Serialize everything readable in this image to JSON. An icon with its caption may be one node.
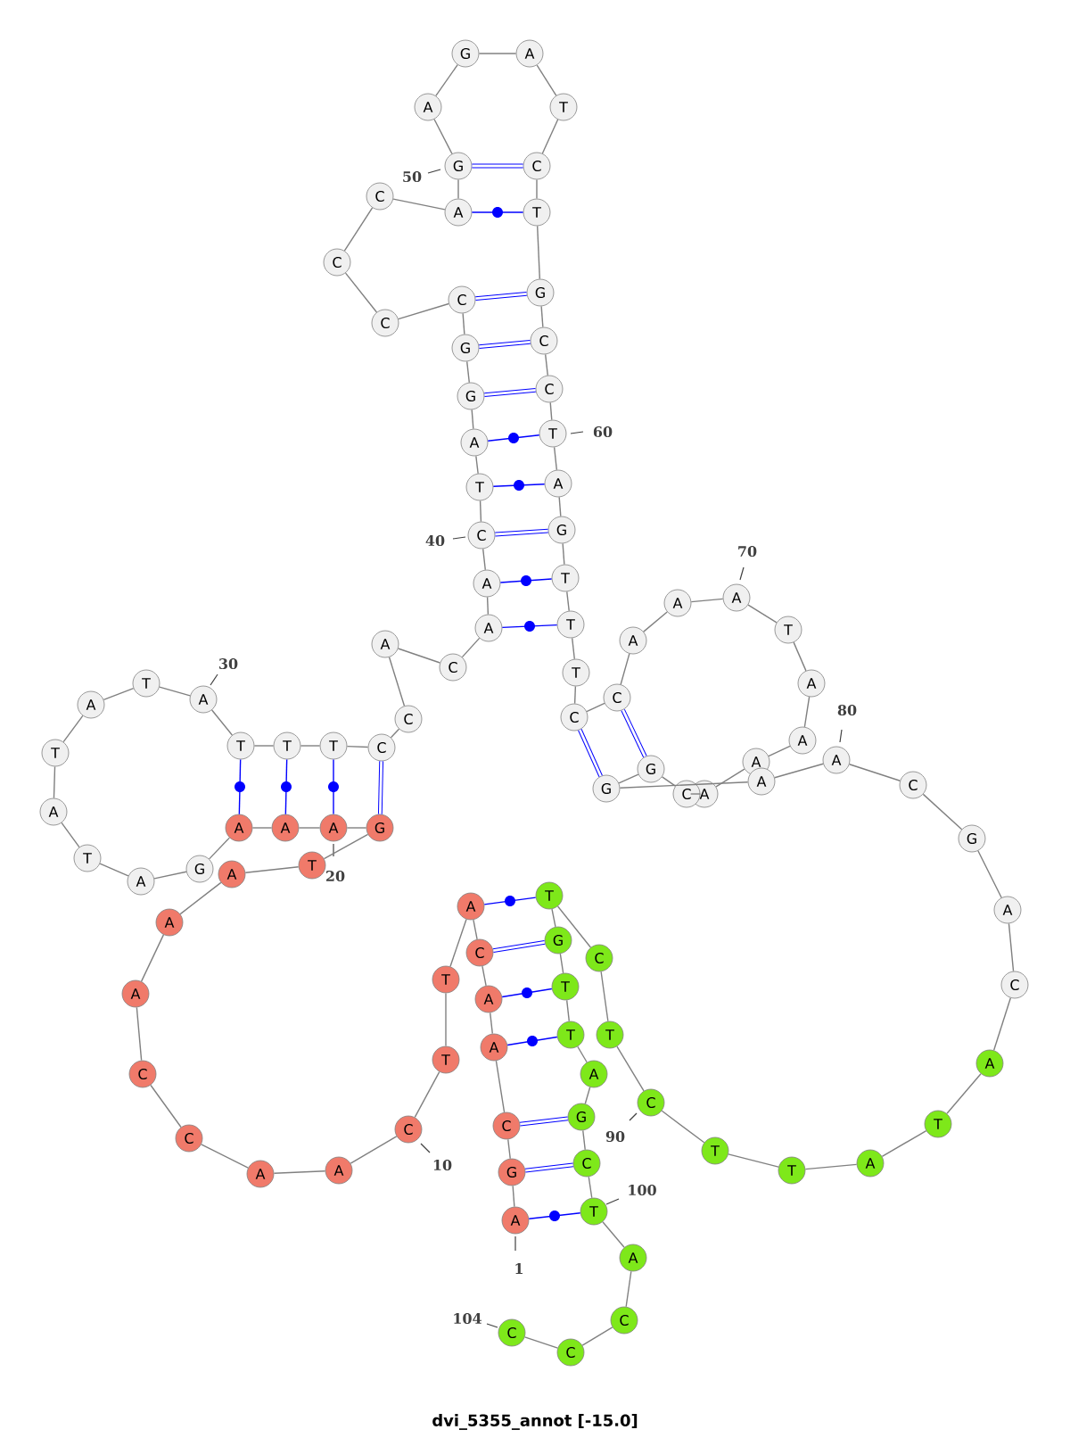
{
  "diagram": {
    "caption": "dvi_5355_annot [-15.0]",
    "nodes": [
      {
        "text": [
          "A"
        ]
      },
      {
        "text": [
          "G"
        ]
      },
      {
        "text": [
          "C"
        ]
      },
      {
        "text": [
          "A"
        ]
      },
      {
        "text": [
          "A"
        ]
      },
      {
        "text": [
          "C"
        ]
      },
      {
        "text": [
          "A"
        ]
      },
      {
        "text": [
          "T"
        ]
      },
      {
        "text": [
          "T"
        ]
      },
      {
        "text": [
          "C"
        ]
      },
      {
        "text": [
          "A"
        ]
      },
      {
        "text": [
          "A"
        ]
      },
      {
        "text": [
          "C"
        ]
      },
      {
        "text": [
          "C"
        ]
      },
      {
        "text": [
          "A"
        ]
      },
      {
        "text": [
          "A"
        ]
      },
      {
        "text": [
          "A"
        ]
      },
      {
        "text": [
          "T"
        ]
      },
      {
        "text": [
          "G"
        ]
      },
      {
        "text": [
          "A"
        ]
      },
      {
        "text": [
          "A"
        ]
      },
      {
        "text": [
          "A"
        ]
      },
      {
        "text": [
          "G"
        ]
      },
      {
        "text": [
          "A"
        ]
      },
      {
        "text": [
          "T"
        ]
      },
      {
        "text": [
          "A"
        ]
      },
      {
        "text": [
          "T"
        ]
      },
      {
        "text": [
          "A"
        ]
      },
      {
        "text": [
          "T"
        ]
      },
      {
        "text": [
          "A"
        ]
      },
      {
        "text": [
          "T"
        ]
      },
      {
        "text": [
          "T"
        ]
      },
      {
        "text": [
          "T"
        ]
      },
      {
        "text": [
          "C"
        ]
      },
      {
        "text": [
          "C"
        ]
      },
      {
        "text": [
          "A"
        ]
      },
      {
        "text": [
          "C"
        ]
      },
      {
        "text": [
          "A"
        ]
      },
      {
        "text": [
          "A"
        ]
      },
      {
        "text": [
          "C"
        ]
      },
      {
        "text": [
          "T"
        ]
      },
      {
        "text": [
          "A"
        ]
      },
      {
        "text": [
          "G"
        ]
      },
      {
        "text": [
          "G"
        ]
      },
      {
        "text": [
          "C"
        ]
      },
      {
        "text": [
          "C"
        ]
      },
      {
        "text": [
          "C"
        ]
      },
      {
        "text": [
          "C"
        ]
      },
      {
        "text": [
          "A"
        ]
      },
      {
        "text": [
          "G"
        ]
      },
      {
        "text": [
          "A"
        ]
      },
      {
        "text": [
          "G"
        ]
      },
      {
        "text": [
          "A"
        ]
      },
      {
        "text": [
          "T"
        ]
      },
      {
        "text": [
          "C"
        ]
      },
      {
        "text": [
          "T"
        ]
      },
      {
        "text": [
          "G"
        ]
      },
      {
        "text": [
          "C"
        ]
      },
      {
        "text": [
          "C"
        ]
      },
      {
        "text": [
          "T"
        ]
      },
      {
        "text": [
          "A"
        ]
      },
      {
        "text": [
          "G"
        ]
      },
      {
        "text": [
          "T"
        ]
      },
      {
        "text": [
          "T"
        ]
      },
      {
        "text": [
          "T"
        ]
      },
      {
        "text": [
          "C"
        ]
      },
      {
        "text": [
          "C"
        ]
      },
      {
        "text": [
          "A"
        ]
      },
      {
        "text": [
          "A"
        ]
      },
      {
        "text": [
          "A"
        ]
      },
      {
        "text": [
          "T"
        ]
      },
      {
        "text": [
          "A"
        ]
      },
      {
        "text": [
          "A"
        ]
      },
      {
        "text": [
          "A"
        ]
      },
      {
        "text": [
          "A"
        ]
      },
      {
        "text": [
          "C"
        ]
      },
      {
        "text": [
          "G"
        ]
      },
      {
        "text": [
          "G"
        ]
      },
      {
        "text": [
          "A"
        ]
      },
      {
        "text": [
          "A"
        ]
      },
      {
        "text": [
          "C"
        ]
      },
      {
        "text": [
          "G"
        ]
      },
      {
        "text": [
          "A"
        ]
      },
      {
        "text": [
          "C"
        ]
      },
      {
        "text": [
          "A"
        ]
      },
      {
        "text": [
          "T"
        ]
      },
      {
        "text": [
          "A"
        ]
      },
      {
        "text": [
          "T"
        ]
      },
      {
        "text": [
          "T"
        ]
      },
      {
        "text": [
          "C"
        ]
      },
      {
        "text": [
          "T"
        ]
      },
      {
        "text": [
          "C"
        ]
      },
      {
        "text": [
          "T"
        ]
      },
      {
        "text": [
          "G"
        ]
      },
      {
        "text": [
          "T"
        ]
      },
      {
        "text": [
          "T"
        ]
      },
      {
        "text": [
          "A"
        ]
      },
      {
        "text": [
          "G"
        ]
      },
      {
        "text": [
          "C"
        ]
      },
      {
        "text": [
          "T"
        ]
      },
      {
        "text": [
          "A"
        ]
      },
      {
        "text": [
          "C"
        ]
      },
      {
        "text": [
          "C"
        ]
      },
      {
        "text": [
          "C"
        ]
      }
    ],
    "labels": [
      "70",
      "80",
      "50",
      "60",
      "40",
      "30",
      "20",
      "10",
      "90",
      "100",
      "1",
      "104"
    ],
    "edges": [
      {
        "from": 0,
        "to": 1,
        "arrow": "none"
      },
      {
        "from": 1,
        "to": 2,
        "arrow": "none"
      },
      {
        "from": 2,
        "to": 3,
        "arrow": "none"
      },
      {
        "from": 3,
        "to": 4,
        "arrow": "none"
      },
      {
        "from": 4,
        "to": 5,
        "arrow": "none"
      },
      {
        "from": 5,
        "to": 6,
        "arrow": "none"
      },
      {
        "from": 6,
        "to": 7,
        "arrow": "none"
      },
      {
        "from": 7,
        "to": 8,
        "arrow": "none"
      },
      {
        "from": 8,
        "to": 9,
        "arrow": "none"
      },
      {
        "from": 9,
        "to": 10,
        "arrow": "none"
      },
      {
        "from": 10,
        "to": 11,
        "arrow": "none"
      },
      {
        "from": 11,
        "to": 12,
        "arrow": "none"
      },
      {
        "from": 12,
        "to": 13,
        "arrow": "none"
      },
      {
        "from": 13,
        "to": 14,
        "arrow": "none"
      },
      {
        "from": 14,
        "to": 15,
        "arrow": "none"
      },
      {
        "from": 15,
        "to": 16,
        "arrow": "none"
      },
      {
        "from": 16,
        "to": 17,
        "arrow": "none"
      },
      {
        "from": 17,
        "to": 18,
        "arrow": "none"
      },
      {
        "from": 18,
        "to": 19,
        "arrow": "none"
      },
      {
        "from": 19,
        "to": 20,
        "arrow": "none"
      },
      {
        "from": 20,
        "to": 21,
        "arrow": "none"
      },
      {
        "from": 21,
        "to": 22,
        "arrow": "none"
      },
      {
        "from": 22,
        "to": 23,
        "arrow": "none"
      },
      {
        "from": 23,
        "to": 24,
        "arrow": "none"
      },
      {
        "from": 24,
        "to": 25,
        "arrow": "none"
      },
      {
        "from": 25,
        "to": 26,
        "arrow": "none"
      },
      {
        "from": 26,
        "to": 27,
        "arrow": "none"
      },
      {
        "from": 27,
        "to": 28,
        "arrow": "none"
      },
      {
        "from": 28,
        "to": 29,
        "arrow": "none"
      },
      {
        "from": 29,
        "to": 30,
        "arrow": "none"
      },
      {
        "from": 30,
        "to": 31,
        "arrow": "none"
      },
      {
        "from": 31,
        "to": 32,
        "arrow": "none"
      },
      {
        "from": 32,
        "to": 33,
        "arrow": "none"
      },
      {
        "from": 33,
        "to": 34,
        "arrow": "none"
      },
      {
        "from": 34,
        "to": 35,
        "arrow": "none"
      },
      {
        "from": 35,
        "to": 36,
        "arrow": "none"
      },
      {
        "from": 36,
        "to": 37,
        "arrow": "none"
      },
      {
        "from": 37,
        "to": 38,
        "arrow": "none"
      },
      {
        "from": 38,
        "to": 39,
        "arrow": "none"
      },
      {
        "from": 39,
        "to": 40,
        "arrow": "none"
      },
      {
        "from": 40,
        "to": 41,
        "arrow": "none"
      },
      {
        "from": 41,
        "to": 42,
        "arrow": "none"
      },
      {
        "from": 42,
        "to": 43,
        "arrow": "none"
      },
      {
        "from": 43,
        "to": 44,
        "arrow": "none"
      },
      {
        "from": 44,
        "to": 45,
        "arrow": "none"
      },
      {
        "from": 45,
        "to": 46,
        "arrow": "none"
      },
      {
        "from": 46,
        "to": 47,
        "arrow": "none"
      },
      {
        "from": 47,
        "to": 48,
        "arrow": "none"
      },
      {
        "from": 48,
        "to": 49,
        "arrow": "none"
      },
      {
        "from": 49,
        "to": 50,
        "arrow": "none"
      },
      {
        "from": 50,
        "to": 51,
        "arrow": "none"
      },
      {
        "from": 51,
        "to": 52,
        "arrow": "none"
      },
      {
        "from": 52,
        "to": 53,
        "arrow": "none"
      },
      {
        "from": 53,
        "to": 54,
        "arrow": "none"
      },
      {
        "from": 54,
        "to": 55,
        "arrow": "none"
      },
      {
        "from": 55,
        "to": 56,
        "arrow": "none"
      },
      {
        "from": 56,
        "to": 57,
        "arrow": "none"
      },
      {
        "from": 57,
        "to": 58,
        "arrow": "none"
      },
      {
        "from": 58,
        "to": 59,
        "arrow": "none"
      },
      {
        "from": 59,
        "to": 60,
        "arrow": "none"
      },
      {
        "from": 60,
        "to": 61,
        "arrow": "none"
      },
      {
        "from": 61,
        "to": 62,
        "arrow": "none"
      },
      {
        "from": 62,
        "to": 63,
        "arrow": "none"
      },
      {
        "from": 63,
        "to": 64,
        "arrow": "none"
      },
      {
        "from": 64,
        "to": 65,
        "arrow": "none"
      },
      {
        "from": 65,
        "to": 66,
        "arrow": "none"
      },
      {
        "from": 66,
        "to": 67,
        "arrow": "none"
      },
      {
        "from": 67,
        "to": 68,
        "arrow": "none"
      },
      {
        "from": 68,
        "to": 69,
        "arrow": "none"
      },
      {
        "from": 69,
        "to": 70,
        "arrow": "none"
      },
      {
        "from": 70,
        "to": 71,
        "arrow": "none"
      },
      {
        "from": 71,
        "to": 72,
        "arrow": "none"
      },
      {
        "from": 72,
        "to": 73,
        "arrow": "none"
      },
      {
        "from": 73,
        "to": 74,
        "arrow": "none"
      },
      {
        "from": 74,
        "to": 75,
        "arrow": "none"
      },
      {
        "from": 75,
        "to": 76,
        "arrow": "none"
      },
      {
        "from": 76,
        "to": 77,
        "arrow": "none"
      },
      {
        "from": 77,
        "to": 78,
        "arrow": "none"
      },
      {
        "from": 78,
        "to": 79,
        "arrow": "none"
      },
      {
        "from": 79,
        "to": 80,
        "arrow": "none"
      },
      {
        "from": 80,
        "to": 81,
        "arrow": "none"
      },
      {
        "from": 81,
        "to": 82,
        "arrow": "none"
      },
      {
        "from": 82,
        "to": 83,
        "arrow": "none"
      },
      {
        "from": 83,
        "to": 84,
        "arrow": "none"
      },
      {
        "from": 84,
        "to": 85,
        "arrow": "none"
      },
      {
        "from": 85,
        "to": 86,
        "arrow": "none"
      },
      {
        "from": 86,
        "to": 87,
        "arrow": "none"
      },
      {
        "from": 87,
        "to": 88,
        "arrow": "none"
      },
      {
        "from": 88,
        "to": 89,
        "arrow": "none"
      },
      {
        "from": 89,
        "to": 90,
        "arrow": "none"
      },
      {
        "from": 90,
        "to": 91,
        "arrow": "none"
      },
      {
        "from": 91,
        "to": 92,
        "arrow": "none"
      },
      {
        "from": 92,
        "to": 93,
        "arrow": "none"
      },
      {
        "from": 93,
        "to": 94,
        "arrow": "none"
      },
      {
        "from": 94,
        "to": 95,
        "arrow": "none"
      },
      {
        "from": 95,
        "to": 96,
        "arrow": "none"
      },
      {
        "from": 96,
        "to": 97,
        "arrow": "none"
      },
      {
        "from": 97,
        "to": 98,
        "arrow": "none"
      },
      {
        "from": 98,
        "to": 99,
        "arrow": "none"
      },
      {
        "from": 99,
        "to": 100,
        "arrow": "none"
      },
      {
        "from": 100,
        "to": 101,
        "arrow": "none"
      },
      {
        "from": 101,
        "to": 102,
        "arrow": "none"
      },
      {
        "from": 102,
        "to": 103,
        "arrow": "none"
      },
      {
        "from": 0,
        "to": 99,
        "arrow": "none",
        "color": "#0000ff"
      },
      {
        "from": 1,
        "to": 98,
        "arrow": "none",
        "style": "thick",
        "color": "#0000ff"
      },
      {
        "from": 2,
        "to": 97,
        "arrow": "none",
        "style": "thick",
        "color": "#0000ff"
      },
      {
        "from": 3,
        "to": 95,
        "arrow": "none",
        "color": "#0000ff"
      },
      {
        "from": 4,
        "to": 94,
        "arrow": "none",
        "color": "#0000ff"
      },
      {
        "from": 5,
        "to": 93,
        "arrow": "none",
        "style": "thick",
        "color": "#0000ff"
      },
      {
        "from": 6,
        "to": 92,
        "arrow": "none",
        "color": "#0000ff"
      },
      {
        "from": 18,
        "to": 33,
        "arrow": "none",
        "style": "thick",
        "color": "#0000ff"
      },
      {
        "from": 19,
        "to": 32,
        "arrow": "none",
        "color": "#0000ff"
      },
      {
        "from": 20,
        "to": 31,
        "arrow": "none",
        "color": "#0000ff"
      },
      {
        "from": 21,
        "to": 30,
        "arrow": "none",
        "color": "#0000ff"
      },
      {
        "from": 37,
        "to": 63,
        "arrow": "none",
        "color": "#0000ff"
      },
      {
        "from": 38,
        "to": 62,
        "arrow": "none",
        "color": "#0000ff"
      },
      {
        "from": 39,
        "to": 61,
        "arrow": "none",
        "style": "thick",
        "color": "#0000ff"
      },
      {
        "from": 40,
        "to": 60,
        "arrow": "none",
        "color": "#0000ff"
      },
      {
        "from": 41,
        "to": 59,
        "arrow": "none",
        "color": "#0000ff"
      },
      {
        "from": 42,
        "to": 58,
        "arrow": "none",
        "style": "thick",
        "color": "#0000ff"
      },
      {
        "from": 43,
        "to": 57,
        "arrow": "none",
        "style": "thick",
        "color": "#0000ff"
      },
      {
        "from": 44,
        "to": 56,
        "arrow": "none",
        "style": "thick",
        "color": "#0000ff"
      },
      {
        "from": 48,
        "to": 55,
        "arrow": "none",
        "color": "#0000ff"
      },
      {
        "from": 49,
        "to": 54,
        "arrow": "none",
        "style": "thick",
        "color": "#0000ff"
      },
      {
        "from": 65,
        "to": 77,
        "arrow": "none",
        "style": "thick",
        "color": "#0000ff"
      },
      {
        "from": 66,
        "to": 76,
        "arrow": "none",
        "style": "thick",
        "color": "#0000ff"
      }
    ]
  }
}
